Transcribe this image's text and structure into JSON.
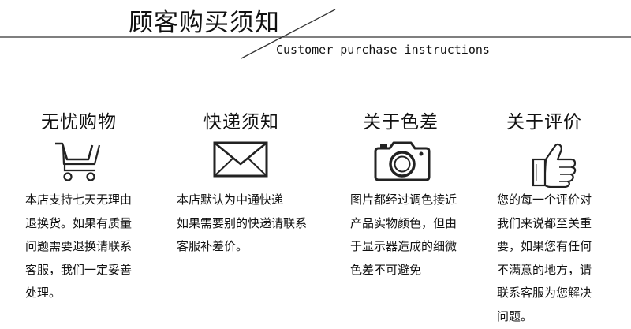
{
  "header": {
    "title": "顾客购买须知",
    "subtitle": "Customer purchase instructions"
  },
  "columns": [
    {
      "title": "无忧购物",
      "icon": "shopping-cart-icon",
      "lines": [
        "本店支持七天无理由",
        "退换货。如果有质量",
        "问题需要退换请联系",
        "客服，我们一定妥善",
        "处理。"
      ]
    },
    {
      "title": "快递须知",
      "icon": "envelope-icon",
      "lines": [
        "本店默认为中通快递",
        "如果需要别的快递请联系",
        "客服补差价。"
      ]
    },
    {
      "title": "关于色差",
      "icon": "camera-icon",
      "lines": [
        "图片都经过调色接近",
        "产品实物颜色，但由",
        "于显示器造成的细微",
        "色差不可避免"
      ]
    },
    {
      "title": "关于评价",
      "icon": "thumbs-up-icon",
      "lines": [
        "您的每一个评价对",
        "我们来说都至关重",
        "要，如果您有任何",
        "不满意的地方，请",
        "联系客服为您解决",
        "问题。"
      ]
    }
  ]
}
